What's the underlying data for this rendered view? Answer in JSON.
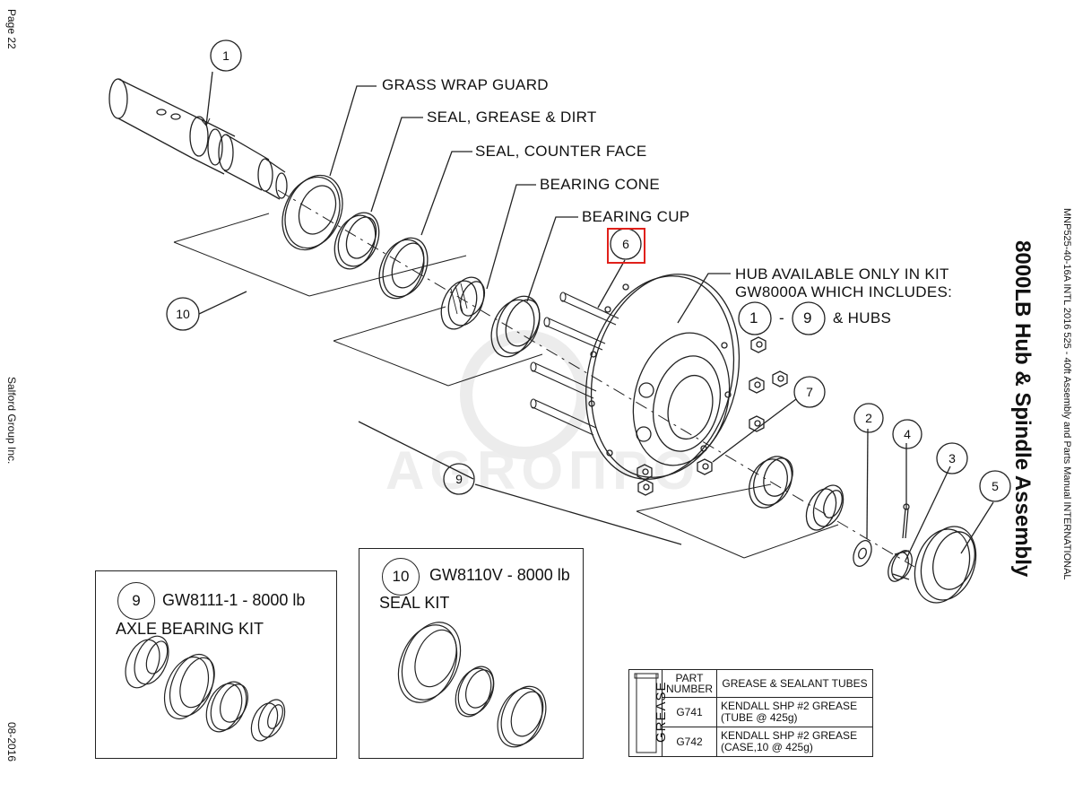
{
  "page": {
    "page_label": "Page 22",
    "company": "Salford Group Inc.",
    "date": "08-2016",
    "doc_ref": "MNP525-40-16A INTL 2016 525 - 40ft Assembly and Parts Manual INTERNATIONAL",
    "title": "8000LB Hub & Spindle Assembly"
  },
  "callouts": {
    "grass_wrap_guard": "GRASS WRAP GUARD",
    "seal_grease_dirt": "SEAL, GREASE & DIRT",
    "seal_counter_face": "SEAL, COUNTER FACE",
    "bearing_cone": "BEARING CONE",
    "bearing_cup": "BEARING CUP",
    "hub_line1": "HUB AVAILABLE ONLY IN KIT",
    "hub_line2": "GW8000A WHICH INCLUDES:",
    "hub_range_from": "1",
    "hub_range_dash": "-",
    "hub_range_to": "9",
    "hub_suffix": "& HUBS"
  },
  "balloons": {
    "b1": "1",
    "b2": "2",
    "b3": "3",
    "b4": "4",
    "b5": "5",
    "b6": "6",
    "b7": "7",
    "b9": "9",
    "b10": "10"
  },
  "kits": [
    {
      "number": "9",
      "code": "GW8111-1 - 8000 lb",
      "name": "AXLE BEARING KIT"
    },
    {
      "number": "10",
      "code": "GW8110V - 8000 lb",
      "name": "SEAL KIT"
    }
  ],
  "grease_table": {
    "side_label": "GREASE",
    "col_part": "PART NUMBER",
    "col_desc": "GREASE & SEALANT TUBES",
    "rows": [
      {
        "part": "G741",
        "desc": "KENDALL SHP #2 GREASE (TUBE @ 425g)"
      },
      {
        "part": "G742",
        "desc": "KENDALL SHP #2 GREASE (CASE,10 @ 425g)"
      }
    ]
  },
  "watermark": "AGROПРО"
}
